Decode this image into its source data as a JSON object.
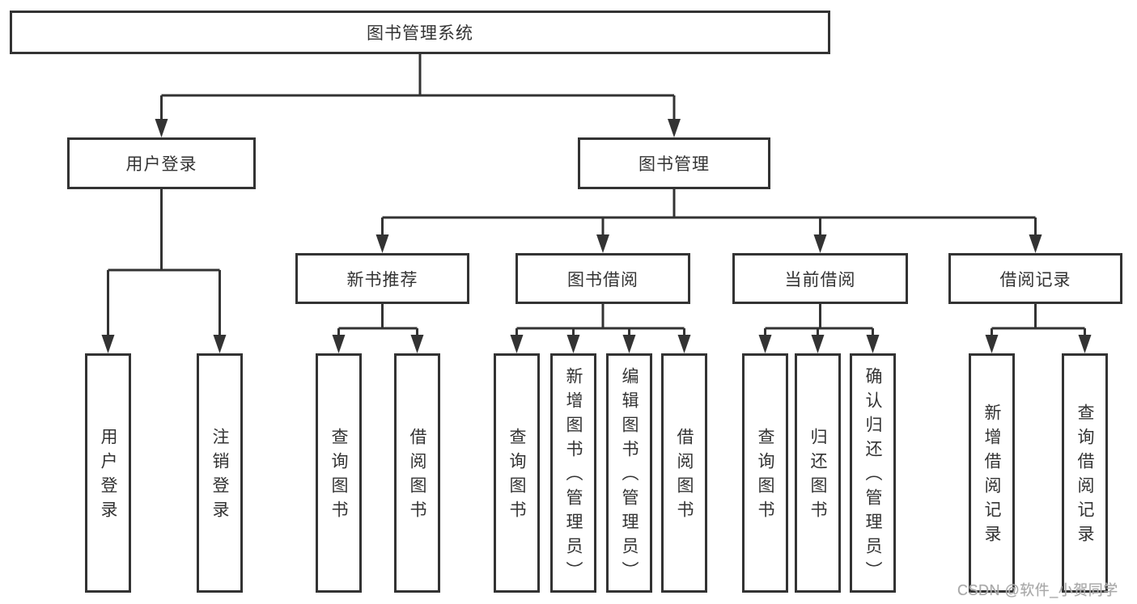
{
  "tree": {
    "root": {
      "label": "图书管理系统"
    },
    "branches": [
      {
        "label": "用户登录",
        "children": [
          {
            "label": "用户登录"
          },
          {
            "label": "注销登录"
          }
        ]
      },
      {
        "label": "图书管理",
        "children": [
          {
            "label": "新书推荐",
            "children": [
              {
                "label": "查询图书"
              },
              {
                "label": "借阅图书"
              }
            ]
          },
          {
            "label": "图书借阅",
            "children": [
              {
                "label": "查询图书"
              },
              {
                "label": "新增图书（管理员）"
              },
              {
                "label": "编辑图书（管理员）"
              },
              {
                "label": "借阅图书"
              }
            ]
          },
          {
            "label": "当前借阅",
            "children": [
              {
                "label": "查询图书"
              },
              {
                "label": "归还图书"
              },
              {
                "label": "确认归还（管理员）"
              }
            ]
          },
          {
            "label": "借阅记录",
            "children": [
              {
                "label": "新增借阅记录"
              },
              {
                "label": "查询借阅记录"
              }
            ]
          }
        ]
      }
    ]
  },
  "watermark": {
    "text": "CSDN @软件_小贺同学"
  },
  "colors": {
    "line": "#333333",
    "watermark": "#a8a8a8"
  }
}
